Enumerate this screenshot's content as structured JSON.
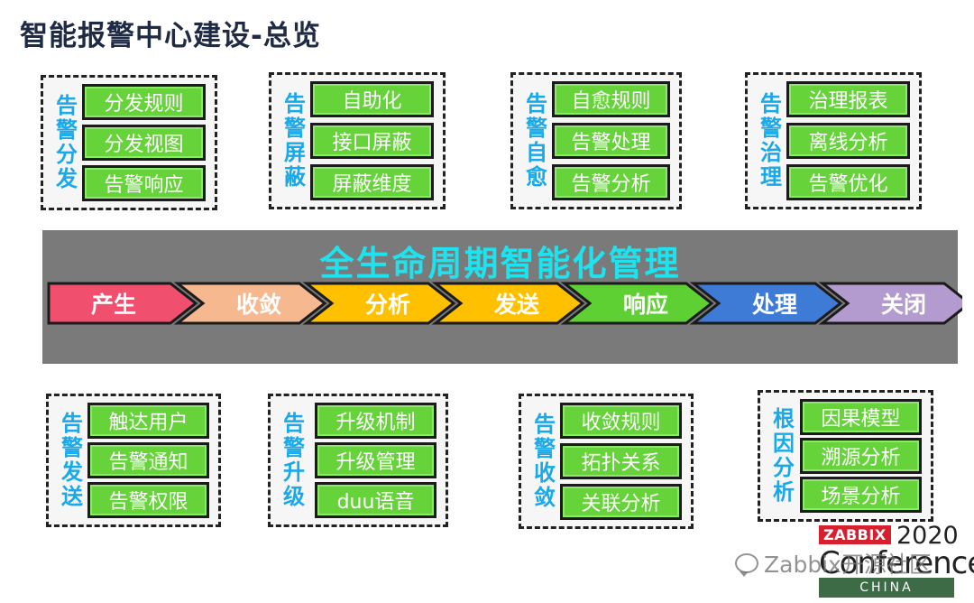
{
  "title": "智能报警中心建设-总览",
  "top_groups": [
    {
      "label": "告警分发",
      "items": [
        "分发规则",
        "分发视图",
        "告警响应"
      ]
    },
    {
      "label": "告警屏蔽",
      "items": [
        "自助化",
        "接口屏蔽",
        "屏蔽维度"
      ]
    },
    {
      "label": "告警自愈",
      "items": [
        "自愈规则",
        "告警处理",
        "告警分析"
      ]
    },
    {
      "label": "告警治理",
      "items": [
        "治理报表",
        "离线分析",
        "告警优化"
      ]
    }
  ],
  "band": {
    "title": "全生命周期智能化管理",
    "steps": [
      {
        "label": "产生",
        "color": "#f0506e"
      },
      {
        "label": "收敛",
        "color": "#f6b98f"
      },
      {
        "label": "分析",
        "color": "#ffc000"
      },
      {
        "label": "发送",
        "color": "#ffc000"
      },
      {
        "label": "响应",
        "color": "#5fd034"
      },
      {
        "label": "处理",
        "color": "#3e7bd6"
      },
      {
        "label": "关闭",
        "color": "#b39bd0"
      }
    ]
  },
  "bottom_groups": [
    {
      "label": "告警发送",
      "items": [
        "触达用户",
        "告警通知",
        "告警权限"
      ]
    },
    {
      "label": "告警升级",
      "items": [
        "升级机制",
        "升级管理",
        "duu语音"
      ]
    },
    {
      "label": "告警收敛",
      "items": [
        "收敛规则",
        "拓扑关系",
        "关联分析"
      ]
    },
    {
      "label": "根因分析",
      "items": [
        "因果模型",
        "溯源分析",
        "场景分析"
      ]
    }
  ],
  "logo": {
    "brand": "ZABBIX",
    "year": "2020",
    "word": "Conference",
    "region": "CHINA"
  },
  "watermark": {
    "text": "Zabbix开源社区",
    "icon": "wechat-icon"
  },
  "colors": {
    "item_fill": "#66d33a",
    "label_text": "#1aa9e8",
    "band_title": "#1ee3ee",
    "band_bg": "#7a7a7a"
  }
}
